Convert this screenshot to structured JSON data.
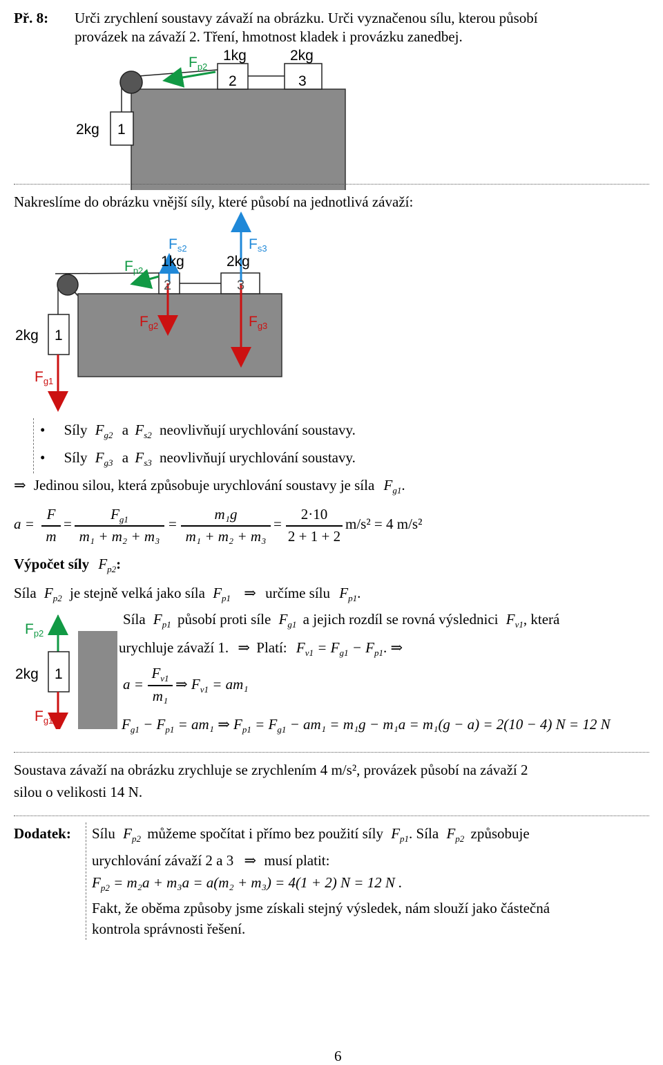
{
  "problem": {
    "label": "Př. 8:",
    "line1": "Urči zrychlení soustavy závaží na obrázku. Urči vyznačenou sílu, kterou působí",
    "line2": "provázek na závaží 2. Tření, hmotnost kladek i provázku zanedbej."
  },
  "fig1": {
    "w1": "2kg",
    "n1": "1",
    "w2": "1kg",
    "n2": "2",
    "w3": "2kg",
    "n3": "3",
    "fp2": "F",
    "fp2_sub": "p2"
  },
  "intro": "Nakreslíme do obrázku vnější síly, které působí na jednotlivá závaží:",
  "fig2": {
    "fs2": "F",
    "fs2_sub": "s2",
    "fs3": "F",
    "fs3_sub": "s3",
    "fp2": "F",
    "fp2_sub": "p2",
    "fg2": "F",
    "fg2_sub": "g2",
    "fg3": "F",
    "fg3_sub": "g3",
    "fg1": "F",
    "fg1_sub": "g1",
    "w1": "2kg",
    "n1": "1",
    "w2": "1kg",
    "n2": "2",
    "w3": "2kg",
    "n3": "3"
  },
  "bullets": {
    "b1_pre": "Síly",
    "b1_f1": "F",
    "b1_s1": "g2",
    "b1_and": "a",
    "b1_f2": "F",
    "b1_s2": "s2",
    "b1_post": "neovlivňují urychlování soustavy.",
    "b2_pre": "Síly",
    "b2_f1": "F",
    "b2_s1": "g3",
    "b2_and": "a",
    "b2_f2": "F",
    "b2_s2": "s3",
    "b2_post": "neovlivňují urychlování soustavy."
  },
  "conclusion": {
    "arrow": "⇒",
    "text": "Jedinou silou, která způsobuje urychlování soustavy je síla",
    "f": "F",
    "sub": "g1",
    "end": "."
  },
  "eq1": {
    "lhs": "a =",
    "f1_num": "F",
    "f1_den": "m",
    "eq": "=",
    "f2_num": "F",
    "f2_num_sub": "g1",
    "f2_den": "m₁ + m₂ + m₃",
    "f3_num": "m₁g",
    "f3_den": "m₁ + m₂ + m₃",
    "f4_num": "2·10",
    "f4_den": "2 + 1 + 2",
    "result": "m/s² = 4 m/s²"
  },
  "calc_heading": {
    "text": "Výpočet síly",
    "f": "F",
    "sub": "p2",
    "colon": ":"
  },
  "calc_line": {
    "pre": "Síla",
    "f1": "F",
    "s1": "p2",
    "mid": "je stejně velká jako síla",
    "f2": "F",
    "s2": "p1",
    "arrow": "⇒",
    "post": "určíme sílu",
    "f3": "F",
    "s3": "p1",
    "end": "."
  },
  "fig3": {
    "fp2": "F",
    "fp2_sub": "p2",
    "w1": "2kg",
    "n1": "1",
    "fg1": "F",
    "fg1_sub": "g1"
  },
  "side": {
    "l1_pre": "Síla",
    "l1_f1": "F",
    "l1_s1": "p1",
    "l1_mid": "působí proti síle",
    "l1_f2": "F",
    "l1_s2": "g1",
    "l1_post": "a jejich rozdíl se rovná výslednici",
    "l1_f3": "F",
    "l1_s3": "v1",
    "l1_end": ", která",
    "l2_pre": "urychluje závaží 1.",
    "l2_arrow": "⇒",
    "l2_plati": "Platí:",
    "l2_eq": "F",
    "l2_eq_s1": "v1",
    "l2_eq_mid": " = F",
    "l2_eq_s2": "g1",
    "l2_eq_mid2": " − F",
    "l2_eq_s3": "p1",
    "l2_end": ". ⇒",
    "eq3_lhs": "a =",
    "eq3_num": "F",
    "eq3_num_sub": "v1",
    "eq3_den": "m₁",
    "eq3_rest": "⇒ F",
    "eq3_rest_sub": "v1",
    "eq3_rest2": " = am₁",
    "eq4": "F",
    "eq4_s1": "g1",
    "eq4_a": " − F",
    "eq4_s2": "p1",
    "eq4_b": " = am₁ ⇒ F",
    "eq4_s3": "p1",
    "eq4_c": " = F",
    "eq4_s4": "g1",
    "eq4_d": " − am₁ = m₁g − m₁a = m₁(g − a) = 2(10 − 4) N = 12 N"
  },
  "summary": {
    "l1": "Soustava závaží na obrázku zrychluje se zrychlením 4 m/s², provázek působí na závaží 2",
    "l2": "silou o velikosti 14 N."
  },
  "addendum": {
    "label": "Dodatek:",
    "l1_pre": "Sílu",
    "l1_f1": "F",
    "l1_s1": "p2",
    "l1_mid": "můžeme spočítat i přímo bez použití síly",
    "l1_f2": "F",
    "l1_s2": "p1",
    "l1_mid2": ". Síla",
    "l1_f3": "F",
    "l1_s3": "p2",
    "l1_post": "způsobuje",
    "l2": "urychlování závaží 2 a 3",
    "l2_arrow": "⇒",
    "l2_post": "musí platit:",
    "eq": "F",
    "eq_sub": "p2",
    "eq_rest": " = m₂a + m₃a = a(m₂ + m₃) = 4(1 + 2) N = 12 N .",
    "l4": "Fakt, že oběma způsoby jsme získali stejný výsledek, nám slouží jako částečná",
    "l5": "kontrola správnosti řešení."
  },
  "page_number": "6",
  "colors": {
    "green": "#119944",
    "red": "#cc1111",
    "blue": "#1f88d8",
    "gray": "#8a8a8a",
    "dark": "#555555"
  }
}
